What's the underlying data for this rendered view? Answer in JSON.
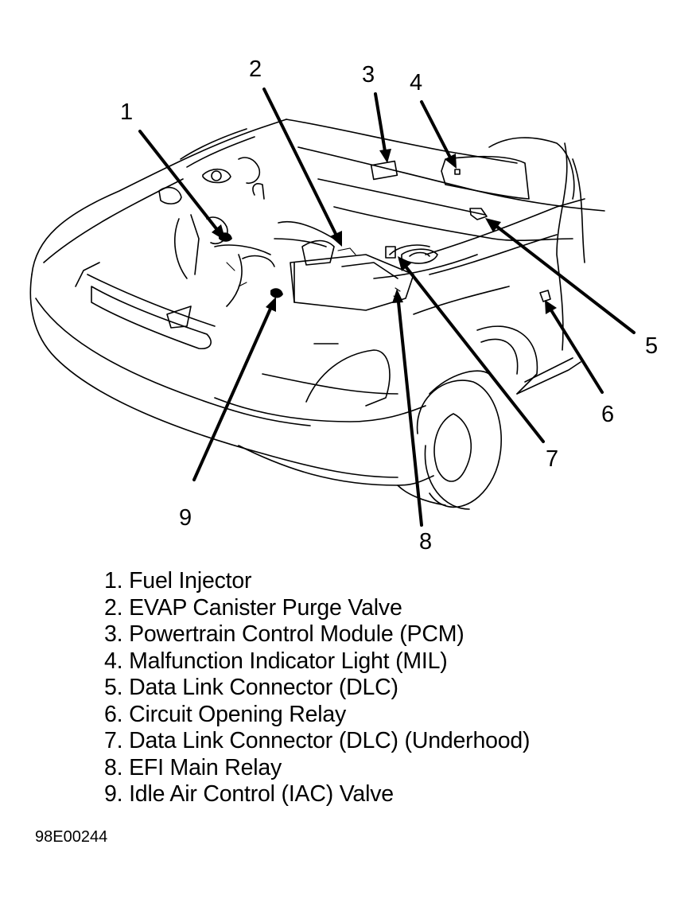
{
  "diagram": {
    "subject": "Vehicle engine compartment component locations",
    "callouts": [
      {
        "number": "1",
        "label": "Fuel Injector"
      },
      {
        "number": "2",
        "label": "EVAP Canister Purge Valve"
      },
      {
        "number": "3",
        "label": "Powertrain Control Module (PCM)"
      },
      {
        "number": "4",
        "label": "Malfunction Indicator Light (MIL)"
      },
      {
        "number": "5",
        "label": "Data Link Connector (DLC)"
      },
      {
        "number": "6",
        "label": "Circuit Opening Relay"
      },
      {
        "number": "7",
        "label": "Data Link Connector (DLC) (Underhood)"
      },
      {
        "number": "8",
        "label": "EFI Main Relay"
      },
      {
        "number": "9",
        "label": "Idle Air Control (IAC) Valve"
      }
    ]
  },
  "legend": [
    "1. Fuel Injector",
    "2. EVAP Canister Purge Valve",
    "3. Powertrain Control Module (PCM)",
    "4. Malfunction Indicator Light (MIL)",
    "5. Data Link Connector (DLC)",
    "6. Circuit Opening Relay",
    "7. Data Link Connector (DLC) (Underhood)",
    "8. EFI Main Relay",
    "9. Idle Air Control (IAC) Valve"
  ],
  "figure_id": "98E00244",
  "colors": {
    "ink": "#000000",
    "paper": "#ffffff"
  }
}
